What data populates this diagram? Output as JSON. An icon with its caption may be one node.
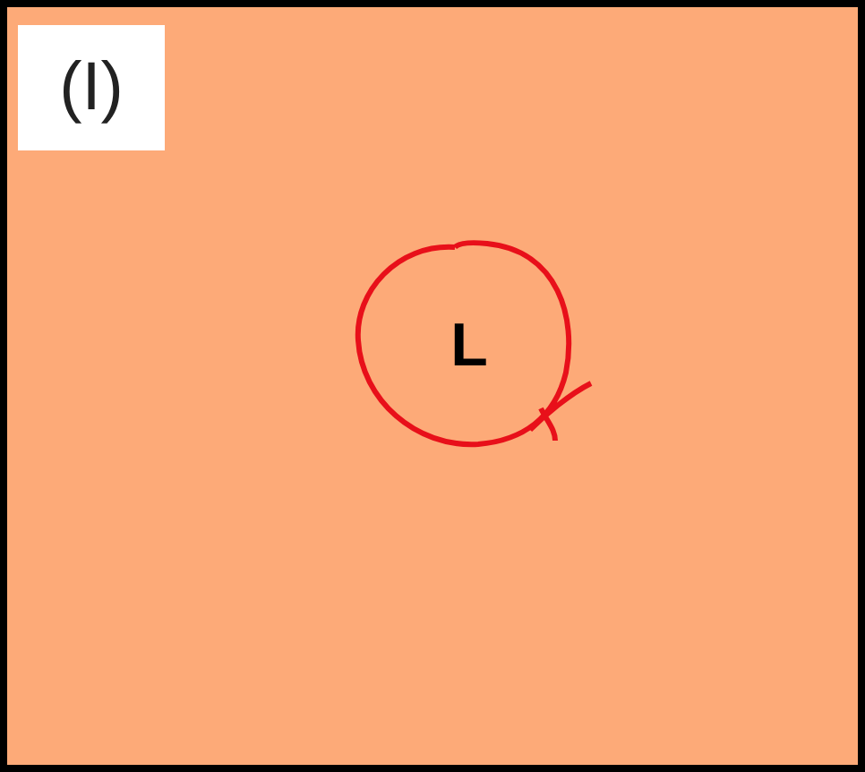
{
  "diagram": {
    "nodes": [
      {
        "text": [],
        "shape": "box"
      },
      {
        "text": [
          "(I)"
        ],
        "in": 0
      },
      {
        "text": [
          "L"
        ],
        "in": 0
      }
    ]
  }
}
